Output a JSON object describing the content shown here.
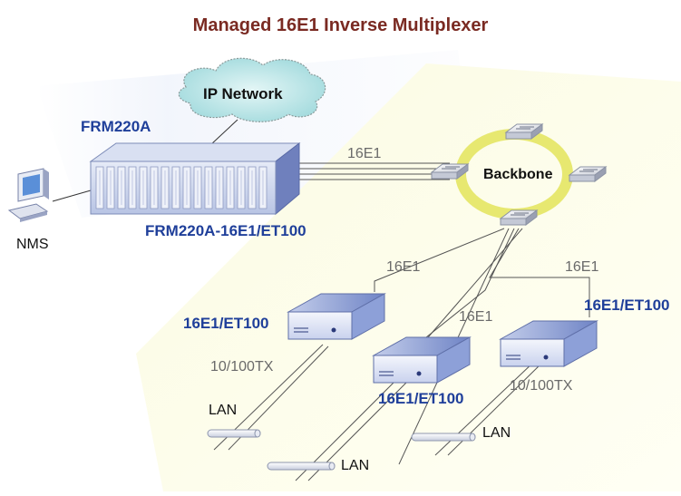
{
  "title": "Managed 16E1 Inverse Multiplexer",
  "nodes": {
    "ip_network": "IP Network",
    "frm220a": "FRM220A",
    "frm220a_card": "FRM220A-16E1/ET100",
    "nms": "NMS",
    "backbone": "Backbone",
    "remote_left": "16E1/ET100",
    "remote_middle": "16E1/ET100",
    "remote_right": "16E1/ET100",
    "lan_left": "LAN",
    "lan_middle": "LAN",
    "lan_right": "LAN"
  },
  "links": {
    "chassis_backbone": "16E1",
    "backbone_left": "16E1",
    "backbone_middle": "16E1",
    "backbone_right": "16E1",
    "eth_left": "10/100TX",
    "eth_right": "10/100TX"
  },
  "colors": {
    "title": "#7a2a22",
    "label_blue": "#1f3f9a",
    "ring": "#e3e45a",
    "chassis": "#c7d2ec",
    "device": "#9fb0de",
    "cloud": "#b9e7e9"
  },
  "icons": {
    "cloud": "cloud-icon",
    "chassis": "rack-chassis-icon",
    "workstation": "computer-icon",
    "switch": "switch-icon",
    "device": "converter-device-icon",
    "lan": "lan-segment-icon"
  }
}
